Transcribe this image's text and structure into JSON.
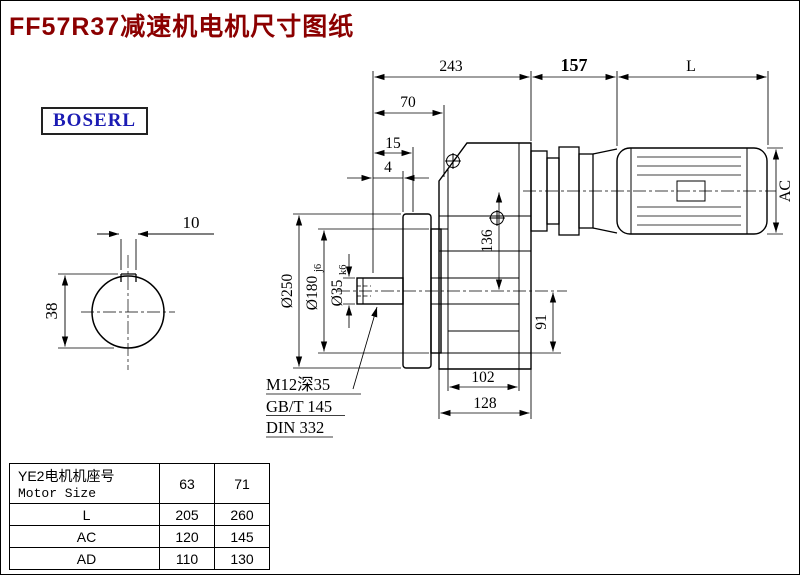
{
  "page": {
    "title": "FF57R37减速机电机尺寸图纸",
    "logo": "BOSERL"
  },
  "colors": {
    "title_accent": "#8B0000",
    "logo_text": "#1B1BB3",
    "line": "#000000"
  },
  "dims": {
    "top_overall": "243",
    "top_mid": "157",
    "top_right": "L",
    "d70": "70",
    "d15": "15",
    "d4": "4",
    "ac": "AC",
    "flange_od": "Ø250",
    "spigot": "Ø180",
    "spigot_tol": "j6",
    "shaft": "Ø35",
    "shaft_tol": "k6",
    "d136": "136",
    "d91": "91",
    "d102": "102",
    "d128": "128",
    "key_width": "10",
    "key_height": "38"
  },
  "notes": {
    "tap": "M12深35",
    "std1": "GB/T 145",
    "std2": "DIN 332"
  },
  "table": {
    "header": {
      "title_cn": "YE2电机机座号",
      "title_en": "Motor Size",
      "col1": "63",
      "col2": "71"
    },
    "rows": [
      {
        "label": "L",
        "v1": "205",
        "v2": "260"
      },
      {
        "label": "AC",
        "v1": "120",
        "v2": "145"
      },
      {
        "label": "AD",
        "v1": "110",
        "v2": "130"
      }
    ]
  }
}
